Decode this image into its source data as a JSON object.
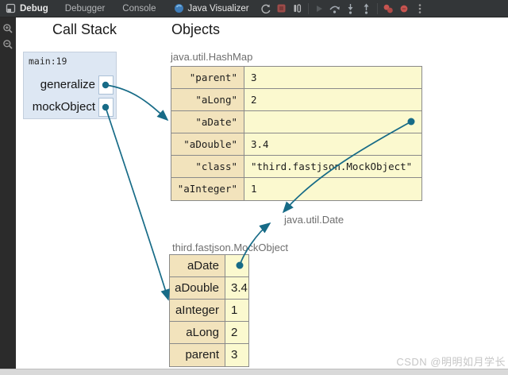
{
  "toolbar": {
    "debug_label": "Debug",
    "tabs": [
      {
        "label": "Debugger",
        "active": false
      },
      {
        "label": "Console",
        "active": false
      },
      {
        "label": "Java Visualizer",
        "active": true
      }
    ],
    "icon_names": [
      "rerun-icon",
      "stop-icon",
      "pause-icon",
      "resume-disabled-icon",
      "step-over-icon",
      "step-into-icon",
      "step-out-icon",
      "mute-breakpoints-icon",
      "view-breakpoints-icon",
      "more-options-icon"
    ]
  },
  "sidebar": {
    "icon_names": [
      "zoom-in-icon",
      "zoom-out-icon"
    ]
  },
  "visualizer": {
    "call_stack": {
      "title": "Call Stack",
      "frame": {
        "label": "main:19",
        "variables": [
          {
            "name": "generalize"
          },
          {
            "name": "mockObject"
          }
        ]
      }
    },
    "objects": {
      "title": "Objects",
      "hashmap": {
        "type_label": "java.util.HashMap",
        "rows": [
          {
            "key": "\"parent\"",
            "value": "3"
          },
          {
            "key": "\"aLong\"",
            "value": "2"
          },
          {
            "key": "\"aDate\"",
            "value": "",
            "pointer": true
          },
          {
            "key": "\"aDouble\"",
            "value": "3.4"
          },
          {
            "key": "\"class\"",
            "value": "\"third.fastjson.MockObject\""
          },
          {
            "key": "\"aInteger\"",
            "value": "1"
          }
        ]
      },
      "date_label": "java.util.Date",
      "mock_object": {
        "type_label": "third.fastjson.MockObject",
        "rows": [
          {
            "key": "aDate",
            "value": "",
            "pointer": true
          },
          {
            "key": "aDouble",
            "value": "3.4"
          },
          {
            "key": "aInteger",
            "value": "1"
          },
          {
            "key": "aLong",
            "value": "2"
          },
          {
            "key": "parent",
            "value": "3"
          }
        ]
      }
    }
  },
  "watermark": "CSDN @明明如月学长",
  "colors": {
    "pointer_teal": "#176b87",
    "key_cell_bg": "#f2e3bc",
    "value_cell_bg": "#fbf9cf",
    "frame_bg": "#dde7f3",
    "toolbar_bg": "#333638",
    "breakpoint_red": "#c75450"
  }
}
